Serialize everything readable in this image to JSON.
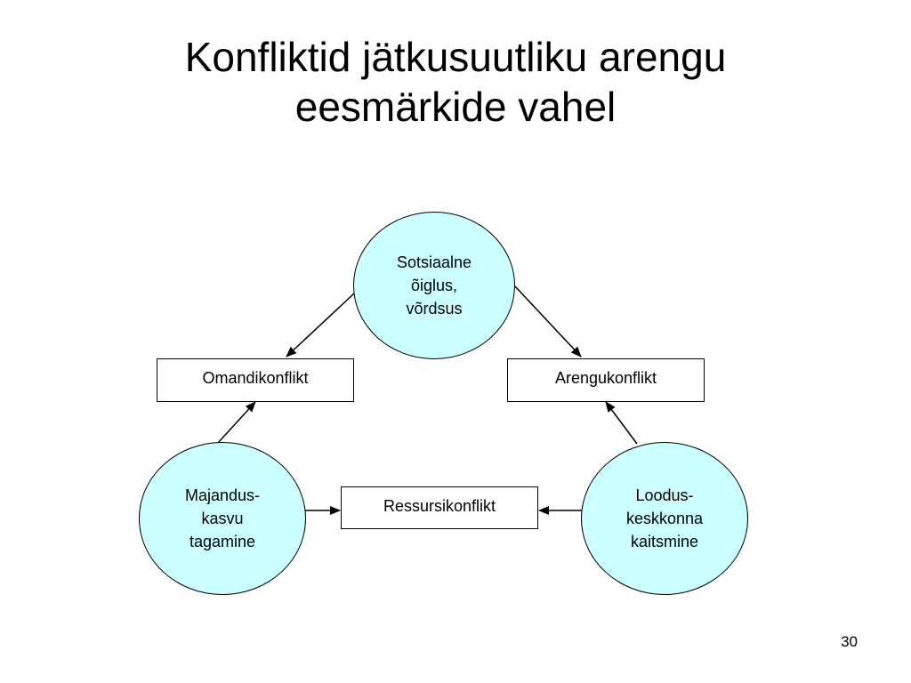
{
  "slide": {
    "title_lines": [
      "Konfliktid jätkusuutliku arengu",
      "eesmärkide vahel"
    ],
    "page_number": "30"
  },
  "diagram": {
    "circle_fill": "#ccffff",
    "stroke_color": "#000000",
    "goals": [
      {
        "id": "social",
        "lines": [
          "Sotsiaalne",
          "õiglus,",
          "võrdsus"
        ]
      },
      {
        "id": "economy",
        "lines": [
          "Majandus-",
          "kasvu",
          "tagamine"
        ]
      },
      {
        "id": "environment",
        "lines": [
          "Loodus-",
          "keskkonna",
          "kaitsmine"
        ]
      }
    ],
    "conflicts": [
      {
        "id": "property",
        "label": "Omandikonflikt"
      },
      {
        "id": "development",
        "label": "Arengukonflikt"
      },
      {
        "id": "resource",
        "label": "Ressursikonflikt"
      }
    ]
  }
}
